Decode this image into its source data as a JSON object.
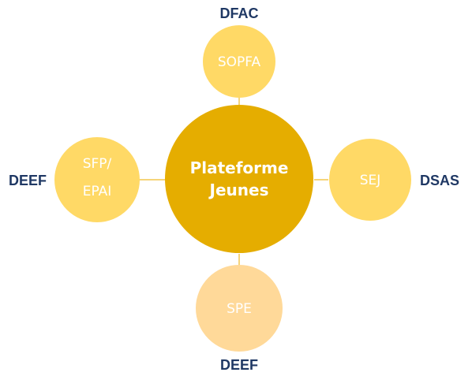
{
  "colors": {
    "center_fill": "#e5ad00",
    "node_fill": "#ffd966",
    "node_fill_light": "#ffd999",
    "connector": "#f3c64f",
    "label_text": "#ffffff",
    "org_text": "#1f3864"
  },
  "center": {
    "line1": "Plateforme",
    "line2": "Jeunes"
  },
  "nodes": {
    "top": {
      "label": "SOPFA",
      "org": "DFAC"
    },
    "right": {
      "label": "SEJ",
      "org": "DSAS"
    },
    "bottom": {
      "label": "SPE",
      "org": "DEEF"
    },
    "left": {
      "line1": "SFP/",
      "line2": "EPAI",
      "org": "DEEF"
    }
  }
}
